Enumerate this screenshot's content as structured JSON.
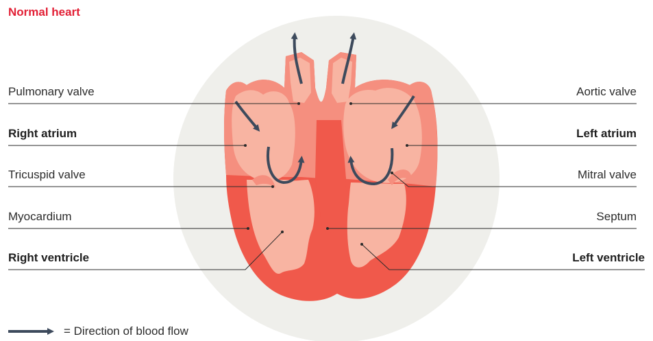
{
  "title": "Normal heart",
  "labels_left": [
    {
      "text": "Pulmonary valve",
      "bold": false
    },
    {
      "text": "Right atrium",
      "bold": true
    },
    {
      "text": "Tricuspid valve",
      "bold": false
    },
    {
      "text": "Myocardium",
      "bold": false
    },
    {
      "text": "Right ventricle",
      "bold": true
    }
  ],
  "labels_right": [
    {
      "text": "Aortic valve",
      "bold": false
    },
    {
      "text": "Left atrium",
      "bold": true
    },
    {
      "text": "Mitral valve",
      "bold": false
    },
    {
      "text": "Septum",
      "bold": false
    },
    {
      "text": "Left ventricle",
      "bold": true
    }
  ],
  "legend": {
    "text": "= Direction of blood flow"
  },
  "colors": {
    "title": "#e21f35",
    "background_circle": "#efefeb",
    "heart_dark": "#f0594b",
    "heart_mid": "#f58f7f",
    "heart_light": "#f8b4a2",
    "arrow": "#3d4a5c",
    "leader_line": "#2b2b2b"
  }
}
